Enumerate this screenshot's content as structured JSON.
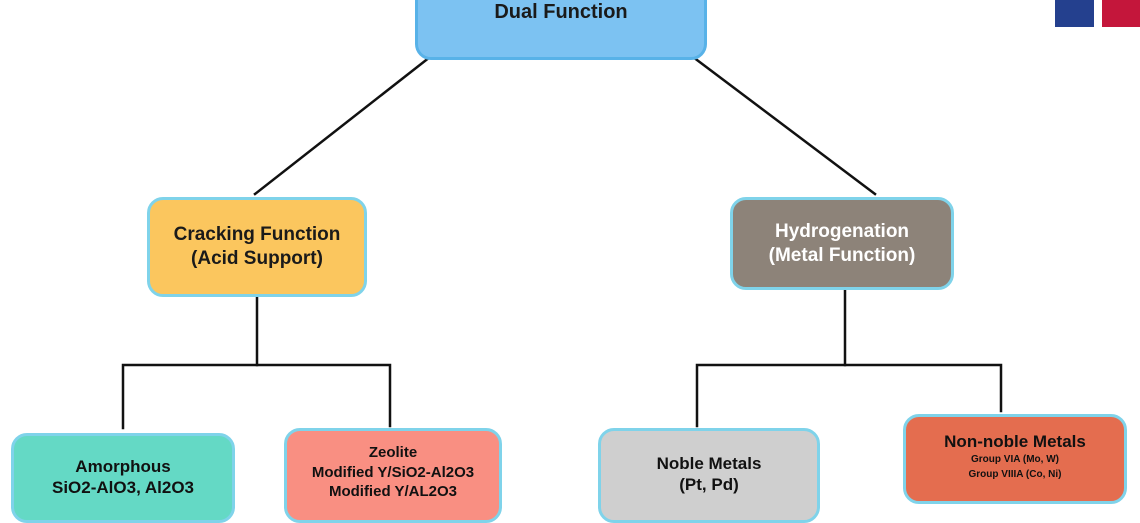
{
  "diagram": {
    "root": {
      "label": "Dual Function"
    },
    "cracking": {
      "lines": [
        "Cracking Function",
        "(Acid Support)"
      ]
    },
    "hydrogenation": {
      "lines": [
        "Hydrogenation",
        "(Metal Function)"
      ]
    },
    "amorphous": {
      "lines": [
        "Amorphous",
        "SiO2-AlO3, Al2O3"
      ]
    },
    "zeolite": {
      "lines": [
        "Zeolite",
        "Modified Y/SiO2-Al2O3",
        "Modified Y/AL2O3"
      ]
    },
    "noble": {
      "lines": [
        "Noble Metals",
        "(Pt, Pd)"
      ]
    },
    "nonnoble": {
      "title": "Non-noble Metals",
      "lines": [
        "Group VIA (Mo, W)",
        "Group VIIIA (Co, Ni)"
      ]
    }
  },
  "colors": {
    "root_fill": "#7cc2f2",
    "cracking_fill": "#fbc65e",
    "hydrogenation_fill": "#8d8379",
    "amorphous_fill": "#64d9c5",
    "zeolite_fill": "#f98f82",
    "noble_fill": "#cfcfcf",
    "nonnoble_fill": "#e46d4f",
    "border": "#7fd3ea",
    "connector": "#111111"
  },
  "flag_icon": "flag-icon"
}
